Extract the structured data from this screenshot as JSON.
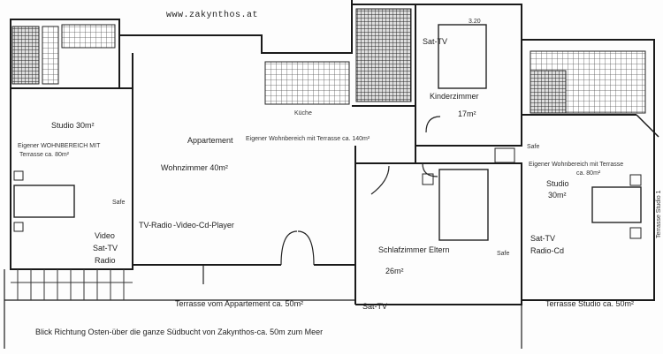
{
  "header": {
    "url": "www.zakynthos.at"
  },
  "rooms": {
    "studio_left": "Studio 30m²",
    "studio_left_area_line1": "Eigener WOHNBEREICH MIT",
    "studio_left_area_line2": "Terrasse ca. 80m²",
    "studio_left_safe": "Safe",
    "studio_left_video": "Video",
    "studio_left_sattv": "Sat-TV",
    "studio_left_radio": "Radio",
    "appartement": "Appartement",
    "appartement_area": "Eigener Wohnbereich mit Terrasse ca. 140m²",
    "kueche": "Küche",
    "wohnzimmer": "Wohnzimmer 40m²",
    "tv_radio": "TV-Radio",
    "video_cd": "-Video-Cd-Player",
    "sattv_kinder": "Sat-TV",
    "kinder_dim": "3.20",
    "kinderzimmer": "Kinderzimmer",
    "kinder_size": "17m²",
    "schlafzimmer": "Schlafzimmer Eltern",
    "schlaf_size": "26m²",
    "schlaf_safe": "Safe",
    "schlaf_sattv": "Sat-TV",
    "safe_right": "Safe",
    "studio_right_area_line1": "Eigener Wohnbereich mit Terrasse",
    "studio_right_area_line2": "ca. 80m²",
    "studio_right": "Studio",
    "studio_right_size": "30m²",
    "studio_right_sattv": "Sat-TV",
    "studio_right_radio": "Radio-Cd",
    "terrasse_studio1": "Terrasse Studio 1"
  },
  "terraces": {
    "appartement": "Terrasse vom Appartement ca. 50m²",
    "studio": "Terrasse Studio ca. 50m²"
  },
  "footer": {
    "view_note": "Blick Richtung Osten-über die ganze Südbucht von Zakynthos-ca. 50m zum Meer"
  }
}
